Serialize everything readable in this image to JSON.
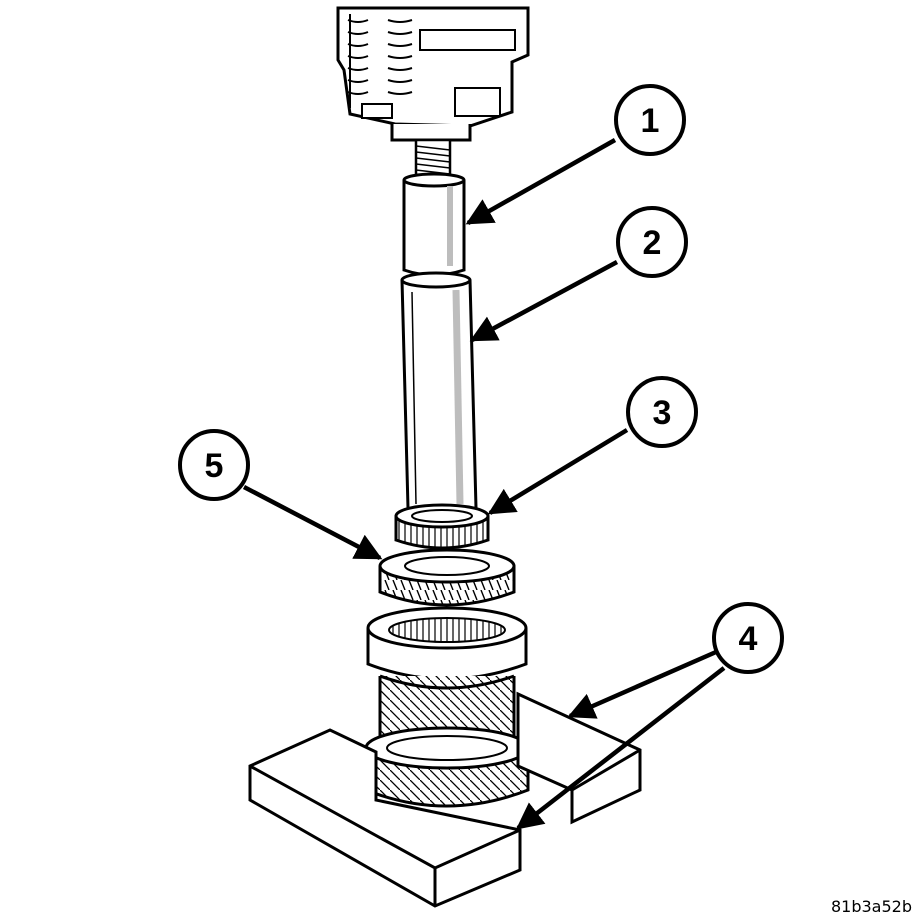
{
  "callouts": [
    {
      "id": "1",
      "label": "1"
    },
    {
      "id": "2",
      "label": "2"
    },
    {
      "id": "3",
      "label": "3"
    },
    {
      "id": "4",
      "label": "4"
    },
    {
      "id": "5",
      "label": "5"
    }
  ],
  "figure_id": "81b3a52b",
  "colors": {
    "line": "#000000",
    "fill": "#ffffff",
    "shade": "#bdbdbd",
    "dark": "#6e6e6e"
  }
}
